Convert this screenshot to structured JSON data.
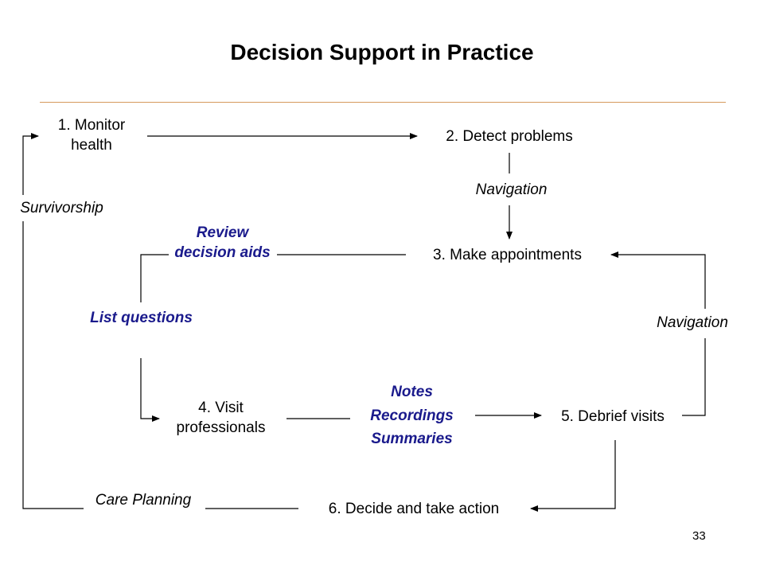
{
  "title": "Decision Support in Practice",
  "steps": {
    "monitor": "1. Monitor health",
    "detect": "2. Detect problems",
    "appointments": "3. Make appointments",
    "visit": "4. Visit professionals",
    "debrief": "5. Debrief visits",
    "decide": "6. Decide and take action"
  },
  "edge_labels": {
    "survivorship": "Survivorship",
    "navigation_top": "Navigation",
    "navigation_right": "Navigation",
    "care_planning": "Care Planning"
  },
  "support_activities": {
    "review_decision_aids": "Review decision aids",
    "list_questions": "List questions",
    "notes": "Notes",
    "recordings": "Recordings",
    "summaries": "Summaries"
  },
  "page_number": "33",
  "colors": {
    "title_rule": "#d59a5c",
    "support_text": "#1a1a8c",
    "lines": "#000000"
  }
}
